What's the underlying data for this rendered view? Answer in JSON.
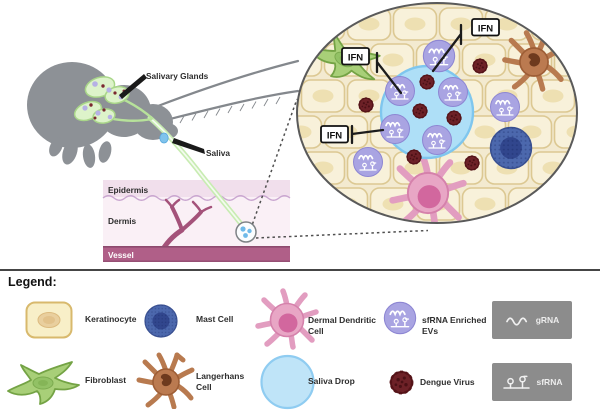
{
  "scene": {
    "mosquito": {
      "salivary_glands_label": "Salivary Glands",
      "saliva_label": "Saliva"
    },
    "skin": {
      "epidermis_label": "Epidermis",
      "dermis_label": "Dermis",
      "vessel_label": "Vessel"
    },
    "inset": {
      "ifn_label": "IFN"
    }
  },
  "legend": {
    "title": "Legend:",
    "items": [
      {
        "id": "keratinocyte",
        "label": "Keratinocyte"
      },
      {
        "id": "mast-cell",
        "label": "Mast Cell"
      },
      {
        "id": "dermal-dendritic-cell",
        "label": "Dermal Dendritic Cell"
      },
      {
        "id": "sfrna-enriched-evs",
        "label": "sfRNA Enriched EVs"
      },
      {
        "id": "grna",
        "label": "gRNA"
      },
      {
        "id": "fibroblast",
        "label": "Fibroblast"
      },
      {
        "id": "langerhans-cell",
        "label": "Langerhans Cell"
      },
      {
        "id": "saliva-drop",
        "label": "Saliva Drop"
      },
      {
        "id": "dengue-virus",
        "label": "Dengue Virus"
      },
      {
        "id": "sfrna",
        "label": "sfRNA"
      }
    ]
  },
  "colors": {
    "ev_purple": "#a9a4e2",
    "virus_maroon": "#6d2127",
    "mast_blue": "#4c68ad",
    "keratinocyte_fill": "#f8efc8",
    "fibroblast_green": "#a8cf78",
    "dendritic_pink": "#e8a6c5",
    "langerhans_brown": "#bb7a50",
    "saliva_blue": "#bfe4f8",
    "saliva_drop_scene": "#aedff7",
    "vessel_rose": "#b05f88",
    "mosquito_gray": "#8d9196",
    "gray_box": "#8c8c8c",
    "tile_cream": "#f8f1da"
  }
}
